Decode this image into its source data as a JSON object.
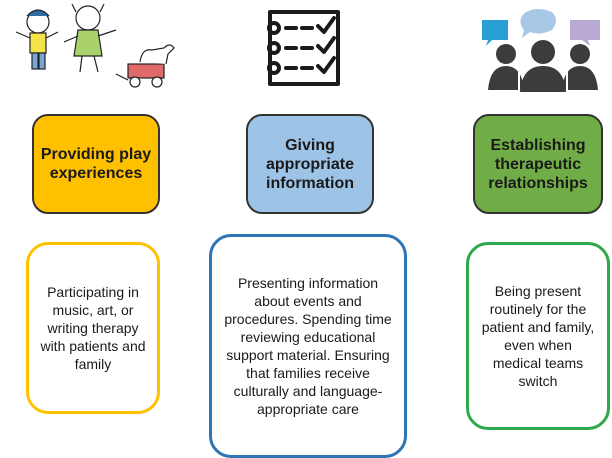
{
  "columns": [
    {
      "icon": "children-with-wagon-icon",
      "heading": "Providing play experiences",
      "heading_color": "#FFC000",
      "description": "Participating in music, art, or writing therapy with patients and family",
      "border_color": "#FFC000"
    },
    {
      "icon": "checklist-icon",
      "heading": "Giving appropriate information",
      "heading_color": "#9DC3E6",
      "description": "Presenting information about events and procedures. Spending time reviewing educational support material. Ensuring that families receive culturally and language-appropriate care",
      "border_color": "#2E75B6"
    },
    {
      "icon": "group-conversation-icon",
      "heading": "Establishing therapeutic relationships",
      "heading_color": "#70AD47",
      "description": "Being present routinely for the patient and family, even when medical teams switch",
      "border_color": "#2EA84A"
    }
  ]
}
